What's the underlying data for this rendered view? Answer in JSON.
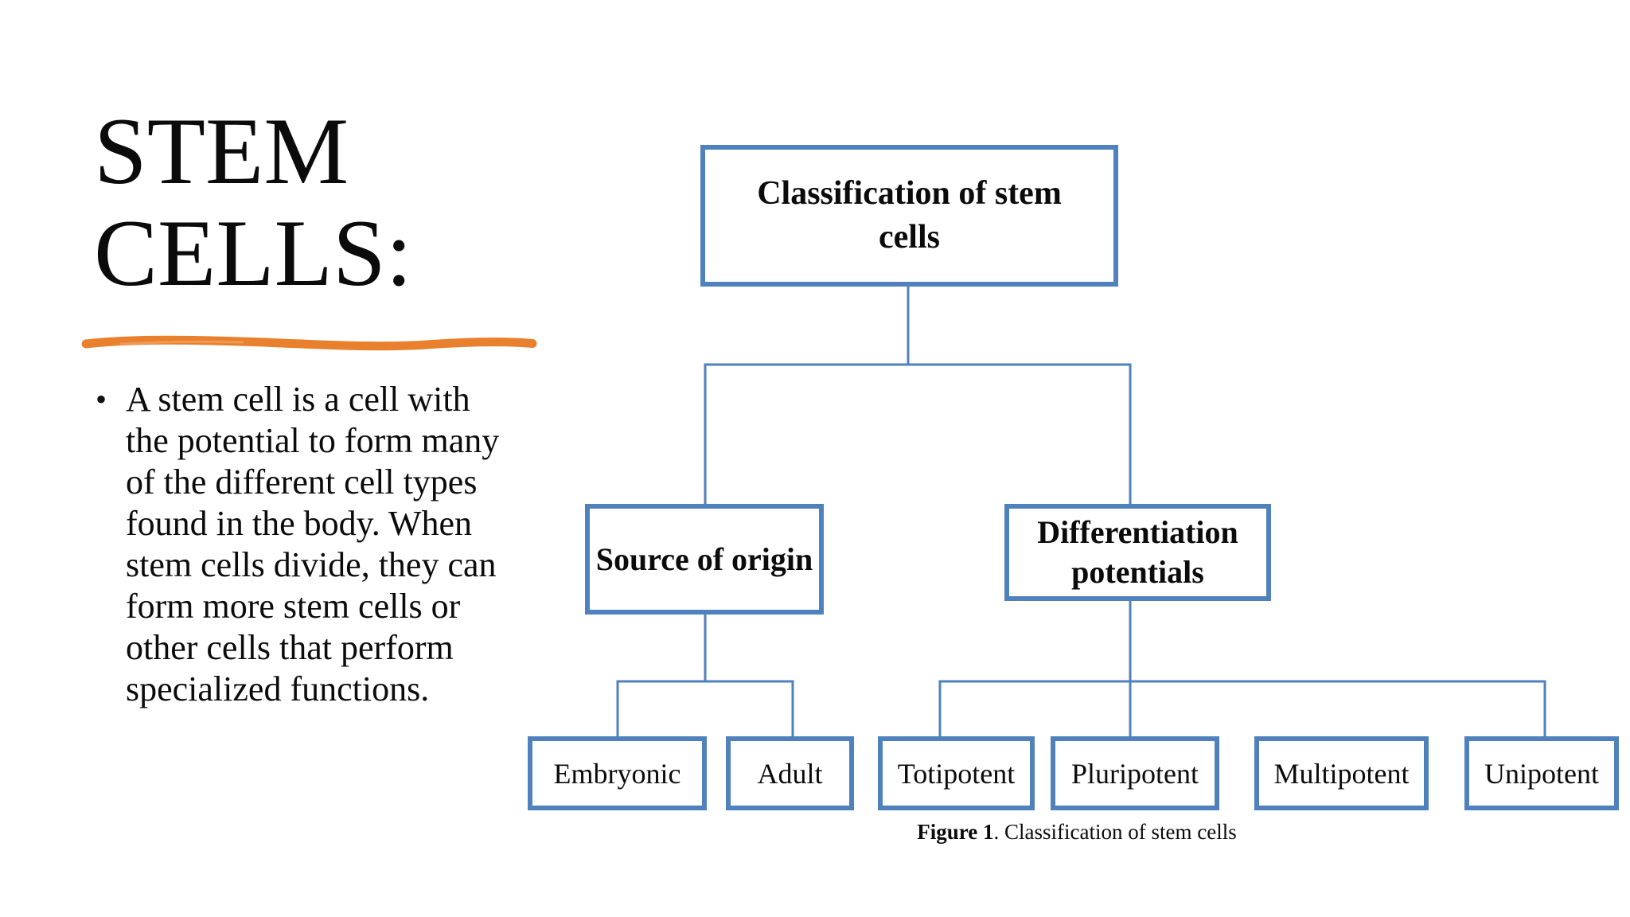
{
  "slide": {
    "title": "STEM CELLS:",
    "bullet_marker": "•",
    "bullet_text": "A stem cell is a cell with the potential to form many of the different cell types found in the body. When stem cells divide, they can form more stem cells or other cells that perform specialized functions."
  },
  "diagram": {
    "nodes": {
      "root": "Classification of stem cells",
      "source": "Source of origin",
      "differentiation": "Differentiation potentials",
      "embryonic": "Embryonic",
      "adult": "Adult",
      "totipotent": "Totipotent",
      "pluripotent": "Pluripotent",
      "multipotent": "Multipotent",
      "unipotent": "Unipotent"
    },
    "caption": {
      "label": "Figure 1",
      "text": ". Classification of stem cells"
    }
  },
  "colors": {
    "box_border": "#4f81bd",
    "connector_line": "#4f81bd",
    "accent_underline": "#e8802e",
    "accent_underline_highlight": "#f29c5a",
    "text": "#0b0b0b",
    "background": "#ffffff"
  }
}
